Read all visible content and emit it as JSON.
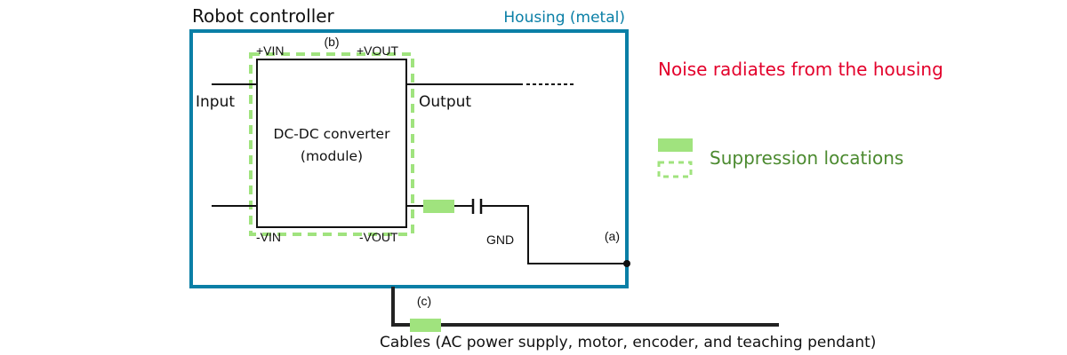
{
  "diagram": {
    "controller_label": "Robot controller",
    "housing_label": "Housing (metal)",
    "module": {
      "line1": "DC-DC converter",
      "line2": "(module)",
      "pins": {
        "plus_vin": "+VIN",
        "plus_vout": "+VOUT",
        "minus_vin": "-VIN",
        "minus_vout": "-VOUT"
      }
    },
    "input_label": "Input",
    "output_label": "Output",
    "gnd_label": "GND",
    "markers": {
      "a": "(a)",
      "b": "(b)",
      "c": "(c)"
    },
    "cables_label": "Cables (AC power supply, motor, encoder, and teaching pendant)",
    "noise_label": "Noise radiates from the housing",
    "legend": {
      "label": "Suppression locations",
      "items": [
        "filled-suppression-marker",
        "dashed-suppression-marker"
      ]
    },
    "colors": {
      "housing": "#0a7fa6",
      "suppression": "#a0e37e",
      "noise_text": "#e3002b",
      "legend_text": "#4b8a2f",
      "wire": "#111111"
    }
  }
}
